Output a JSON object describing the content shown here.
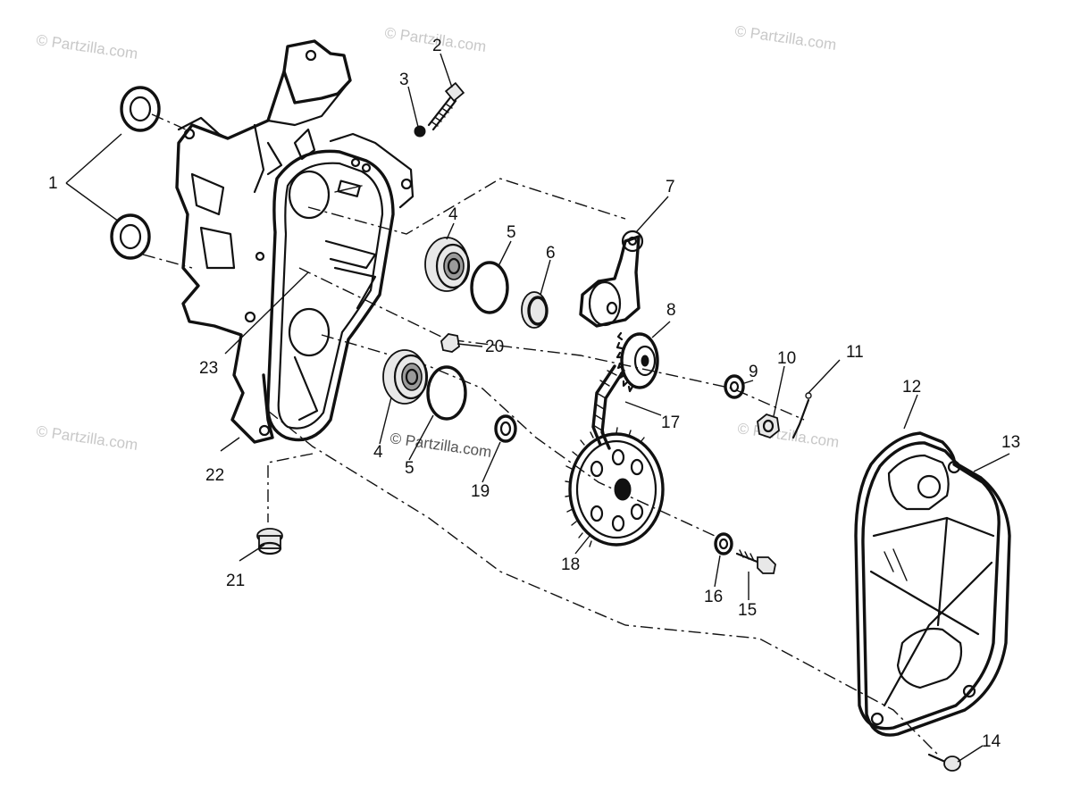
{
  "watermarks": {
    "top_left": "© Partzilla.com",
    "top_center": "© Partzilla.com",
    "top_right": "© Partzilla.com",
    "mid_left": "© Partzilla.com",
    "center": "© Partzilla.com",
    "mid_right": "© Partzilla.com"
  },
  "callouts": {
    "c1": "1",
    "c2": "2",
    "c3": "3",
    "c4a": "4",
    "c4b": "4",
    "c5a": "5",
    "c5b": "5",
    "c6": "6",
    "c7": "7",
    "c8": "8",
    "c9": "9",
    "c10": "10",
    "c11": "11",
    "c12": "12",
    "c13": "13",
    "c14": "14",
    "c15": "15",
    "c16": "16",
    "c17": "17",
    "c18": "18",
    "c19": "19",
    "c20": "20",
    "c21": "21",
    "c22": "22",
    "c23": "23"
  }
}
